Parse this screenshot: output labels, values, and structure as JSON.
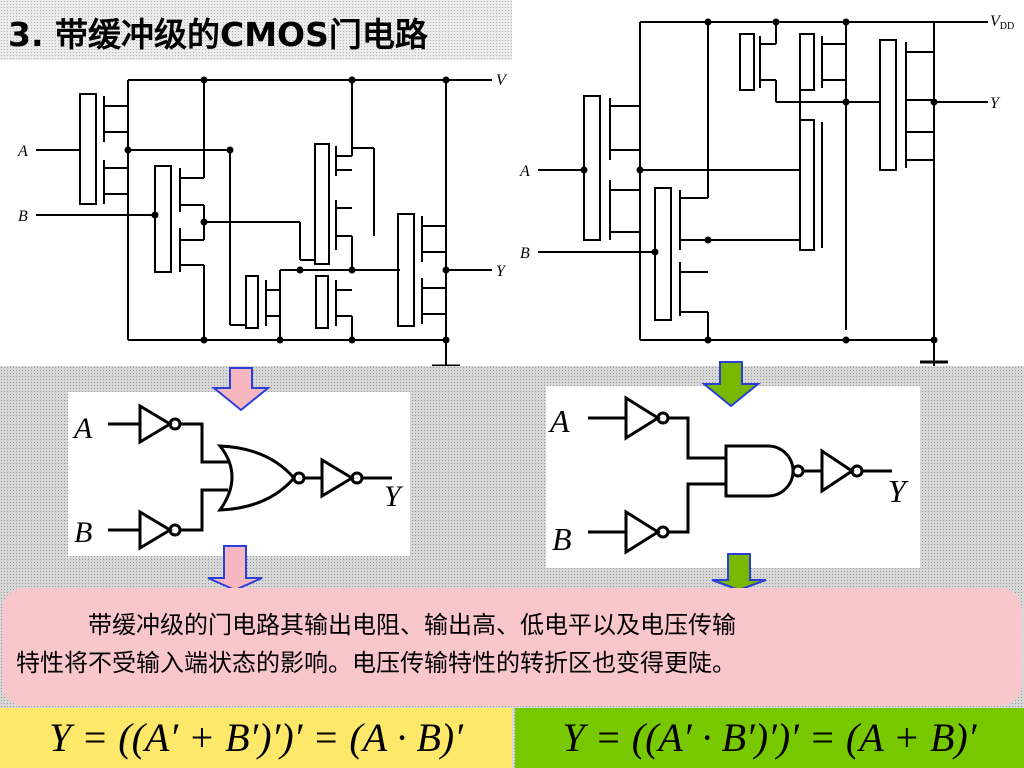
{
  "title": "3. 带缓冲级的CMOS门电路",
  "circuit_left": {
    "labels": {
      "input_a": "A",
      "input_b": "B",
      "supply": "V",
      "output": "Y"
    }
  },
  "circuit_right": {
    "labels": {
      "input_a": "A",
      "input_b": "B",
      "supply_main": "V",
      "supply_sub": "DD",
      "output": "Y"
    }
  },
  "logic_left": {
    "labels": {
      "input_a": "A",
      "input_b": "B",
      "output": "Y"
    },
    "arrow_color": "#f7b7c1",
    "arrow_border": "#2a3fd8"
  },
  "logic_right": {
    "labels": {
      "input_a": "A",
      "input_b": "B",
      "output": "Y"
    },
    "arrow_color": "#7ab800",
    "arrow_border": "#2a3fd8"
  },
  "note": {
    "line1": "带缓冲级的门电路其输出电阻、输出高、低电平以及电压传输",
    "line2": "特性将不受输入端状态的影响。电压传输特性的转折区也变得更陡。"
  },
  "formulas": {
    "left": "Y = ((A′ + B′)′)′ = (A · B)′",
    "right": "Y = ((A′ · B′)′)′ = (A + B)′"
  },
  "colors": {
    "note_bg": "#f9c6cc",
    "formula_left_bg": "#fde86a",
    "formula_right_bg": "#78c800"
  }
}
